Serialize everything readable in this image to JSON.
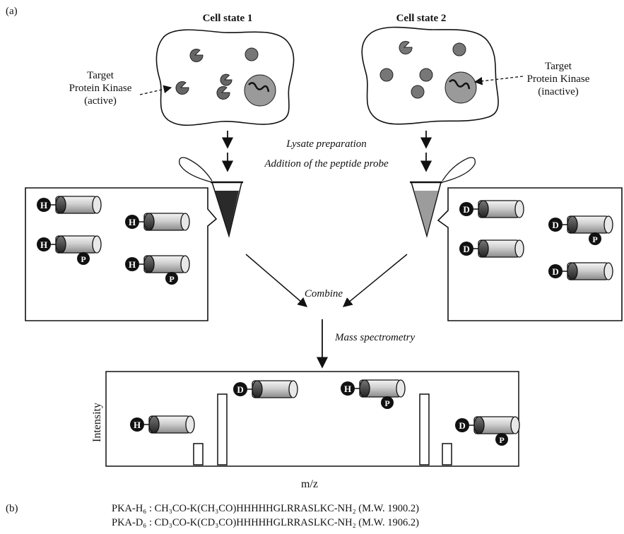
{
  "panel_a_label": "(a)",
  "panel_b_label": "(b)",
  "cell_state_1": {
    "title": "Cell state 1",
    "target_line1": "Target",
    "target_line2": "Protein Kinase",
    "target_line3": "(active)"
  },
  "cell_state_2": {
    "title": "Cell state 2",
    "target_line1": "Target",
    "target_line2": "Protein Kinase",
    "target_line3": "(inactive)"
  },
  "steps": {
    "lysate": "Lysate preparation",
    "addition": "Addition of the peptide probe",
    "combine": "Combine",
    "mass_spec": "Mass spectrometry"
  },
  "probe_labels": {
    "light": "H",
    "heavy": "D",
    "phospho": "P"
  },
  "spectrum": {
    "ylabel": "Intensity",
    "xlabel": "m/z",
    "peak_order": [
      "H",
      "D",
      "H-P",
      "D-P"
    ],
    "relative_heights": [
      0.3,
      1.0,
      1.0,
      0.3
    ]
  },
  "probes": {
    "pka_h6": "PKA-H₆ : CH₃CO-K(CH₃CO)HHHHHGLRRASLKC-NH₂ (M.W. 1900.2)",
    "pka_d6": "PKA-D₆ : CD₃CO-K(CD₃CO)HHHHHGLRRASLKC-NH₂ (M.W. 1906.2)"
  }
}
